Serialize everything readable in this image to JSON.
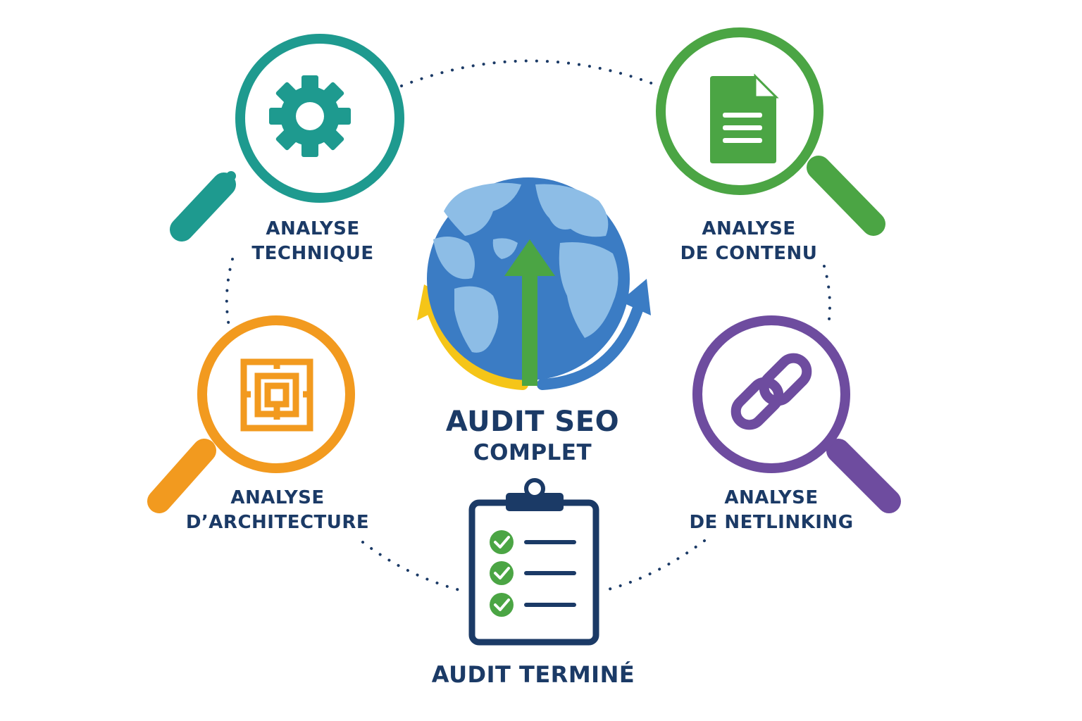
{
  "center": {
    "title_line1": "AUDIT SEO",
    "title_line2": "COMPLET",
    "icon": "globe-with-up-arrow-icon"
  },
  "steps": [
    {
      "id": "technique",
      "line1": "ANALYSE",
      "line2": "TECHNIQUE",
      "icon": "gear-icon",
      "color": "#1e9a8f"
    },
    {
      "id": "contenu",
      "line1": "ANALYSE",
      "line2": "DE CONTENU",
      "icon": "document-icon",
      "color": "#4ba544"
    },
    {
      "id": "architecture",
      "line1": "ANALYSE",
      "line2": "D’ARCHITECTURE",
      "icon": "maze-icon",
      "color": "#f29a1f"
    },
    {
      "id": "netlinking",
      "line1": "ANALYSE",
      "line2": "DE NETLINKING",
      "icon": "link-icon",
      "color": "#6e4c9f"
    }
  ],
  "done": {
    "label": "AUDIT TERMINÉ",
    "icon": "clipboard-checklist-icon",
    "check_color": "#4ba544"
  },
  "colors": {
    "text": "#1b3a66",
    "dots": "#1b3a66",
    "globe_ocean": "#3b7cc4",
    "globe_land": "#8dbde6",
    "arrow_up": "#4ba544",
    "arc_left": "#f5c518",
    "arc_right": "#3b7cc4"
  }
}
